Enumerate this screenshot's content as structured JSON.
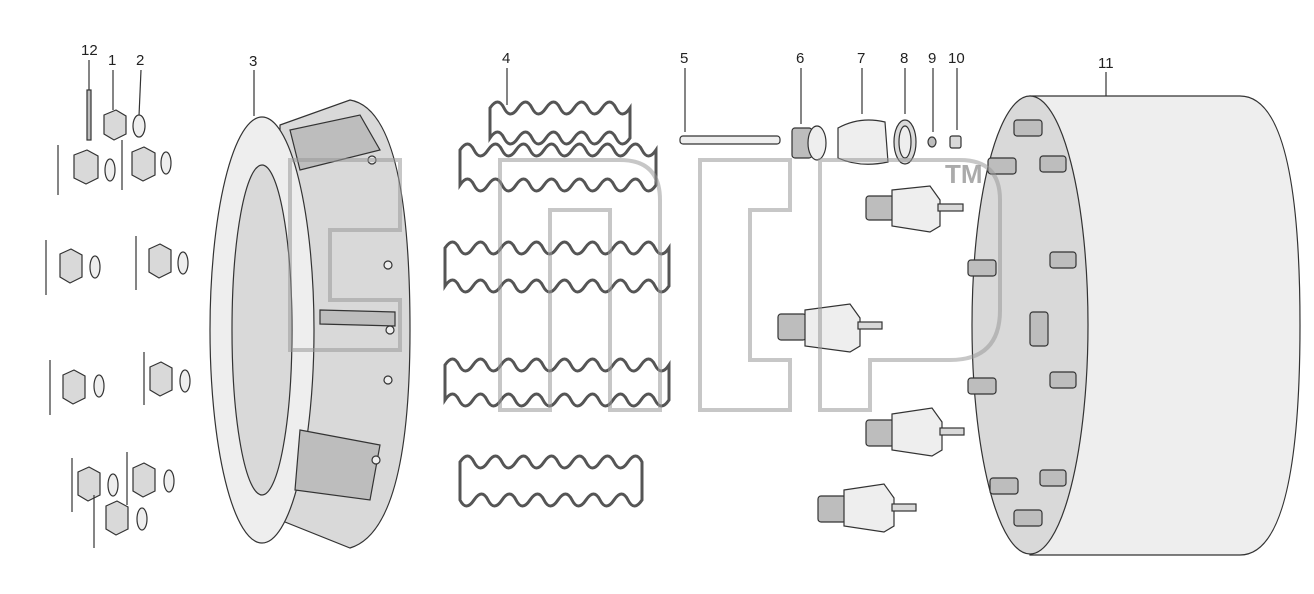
{
  "diagram": {
    "callouts": [
      "12",
      "1",
      "2",
      "3",
      "4",
      "5",
      "6",
      "7",
      "8",
      "9",
      "10",
      "11"
    ],
    "trademark": "TM"
  }
}
